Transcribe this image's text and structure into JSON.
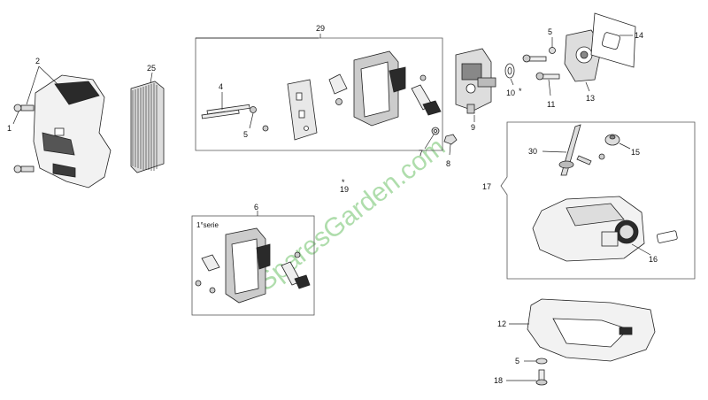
{
  "diagram": {
    "callouts": {
      "c1": "1",
      "c2": "2",
      "c25": "25",
      "c29": "29",
      "c4": "4",
      "c5a": "5",
      "c7": "7",
      "c8": "8",
      "c9": "9",
      "c10": "10",
      "c10star": "*",
      "c11": "11",
      "c5b": "5",
      "c13": "13",
      "c14": "14",
      "c30": "30",
      "c15": "15",
      "c17": "17",
      "c16": "16",
      "c6": "6",
      "c19star": "*",
      "c19": "19",
      "c12": "12",
      "c5c": "5",
      "c18": "18"
    },
    "series_note": "1°serie",
    "watermark": "SparesGarden.com"
  },
  "colors": {
    "ink": "#222222",
    "frame": "#555555",
    "watermark": "#6fc36a",
    "fill_light": "#f2f2f2",
    "fill_dark": "#2a2a2a"
  },
  "icons": {
    "engine_cover": "engine-cover-icon",
    "air_filter": "air-filter-icon",
    "carburetor": "carburetor-icon",
    "fuel_tank": "fuel-tank-icon",
    "bracket": "bracket-icon"
  }
}
